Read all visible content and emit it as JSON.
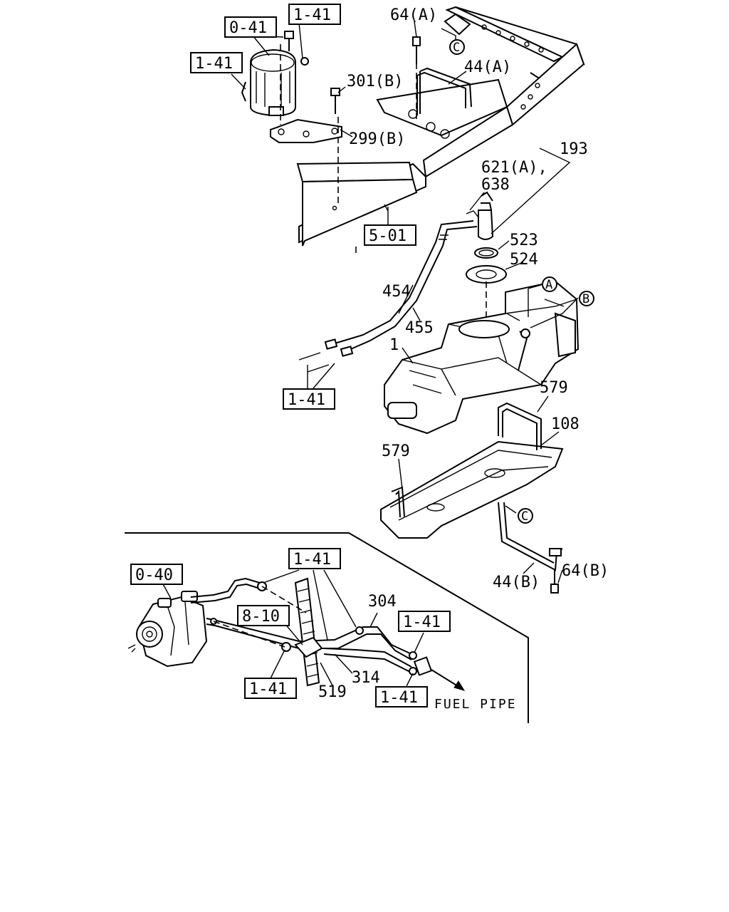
{
  "labels": {
    "l_64a": "64(A)",
    "l_44a": "44(A)",
    "l_301b": "301(B)",
    "l_299b": "299(B)",
    "l_193": "193",
    "l_621a": "621(A),",
    "l_638": "638",
    "l_523": "523",
    "l_524": "524",
    "l_454": "454",
    "l_455": "455",
    "l_1": "1",
    "l_579a": "579",
    "l_108": "108",
    "l_579b": "579",
    "l_44b": "44(B)",
    "l_64b": "64(B)",
    "l_304": "304",
    "l_314": "314",
    "l_519": "519",
    "fuel_pipe": "FUEL PIPE"
  },
  "boxed_refs": {
    "b_041": "0-41",
    "b_141_top": "1-41",
    "b_141_left": "1-41",
    "b_501": "5-01",
    "b_141_mid": "1-41",
    "b_040": "0-40",
    "b_141_low": "1-41",
    "b_810": "8-10",
    "b_141_right": "1-41",
    "b_141_bl": "1-41",
    "b_141_br": "1-41"
  },
  "circle_refs": {
    "c_top": "C",
    "c_a": "A",
    "c_b": "B",
    "c_strap": "C"
  }
}
